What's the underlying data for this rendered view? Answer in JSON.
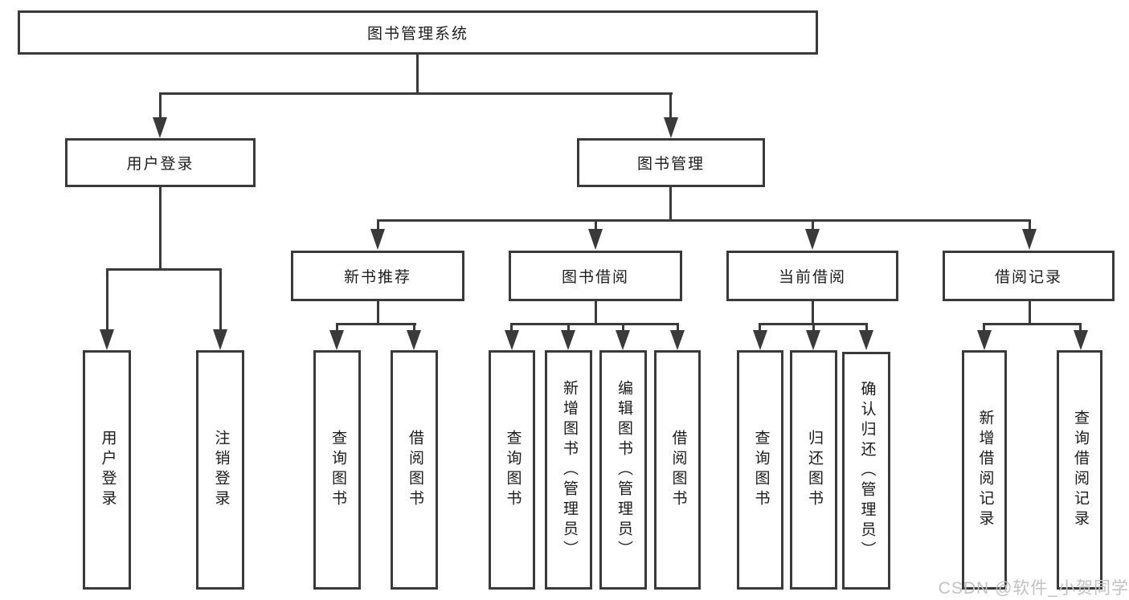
{
  "diagram": {
    "background": "#ffffff",
    "line_color": "#3a3a3a",
    "text_color": "#1c1c1c",
    "watermark_color": "#c2c2c2",
    "root": {
      "label": "图书管理系统"
    },
    "level2": [
      {
        "label": "用户登录"
      },
      {
        "label": "图书管理"
      }
    ],
    "level3": [
      {
        "label": "新书推荐"
      },
      {
        "label": "图书借阅"
      },
      {
        "label": "当前借阅"
      },
      {
        "label": "借阅记录"
      }
    ],
    "leaves": [
      {
        "label": "用户登录"
      },
      {
        "label": "注销登录"
      },
      {
        "label": "查询图书"
      },
      {
        "label": "借阅图书"
      },
      {
        "label": "查询图书"
      },
      {
        "label": "新增图书（管理员）"
      },
      {
        "label": "编辑图书（管理员）"
      },
      {
        "label": "借阅图书"
      },
      {
        "label": "查询图书"
      },
      {
        "label": "归还图书"
      },
      {
        "label": "确认归还（管理员）"
      },
      {
        "label": "新增借阅记录"
      },
      {
        "label": "查询借阅记录"
      }
    ],
    "watermark": "CSDN @软件_小贺同学"
  }
}
